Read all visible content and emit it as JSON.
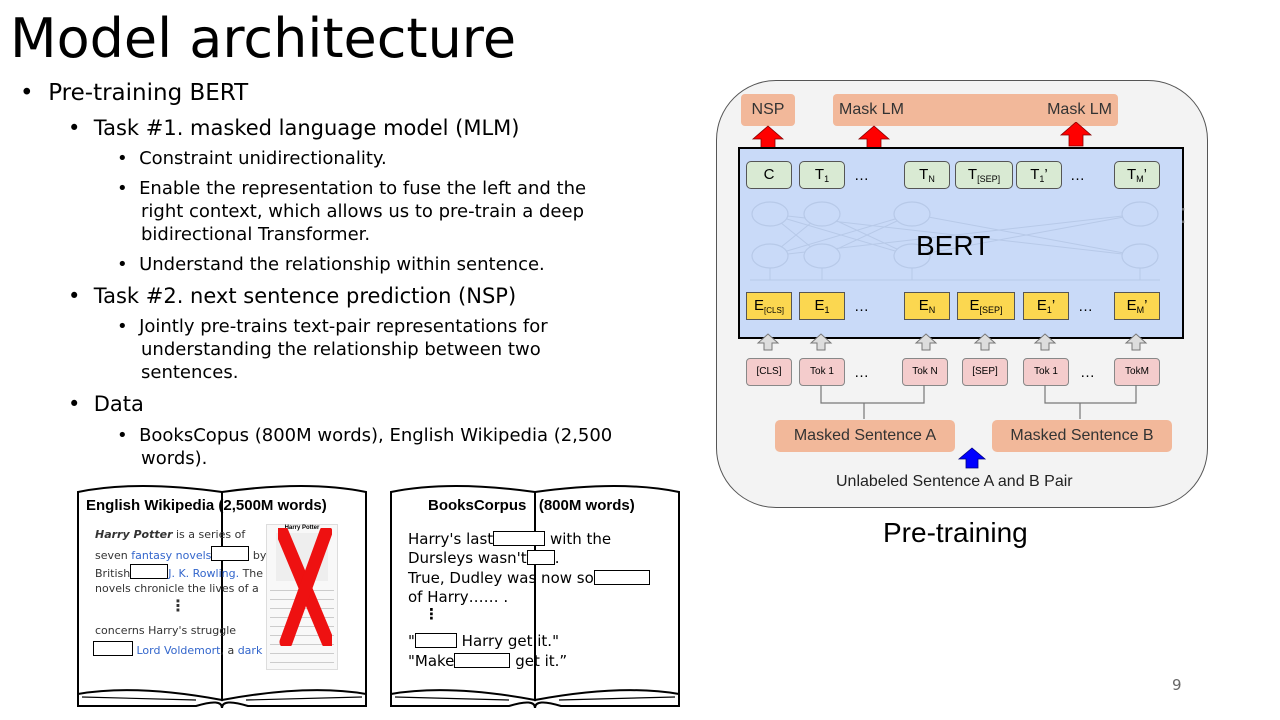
{
  "title": "Model architecture",
  "page_number": "9",
  "bullets": {
    "pretraining": "Pre-training BERT",
    "task1": "Task #1. masked language model (MLM)",
    "task1_items": [
      "Constraint unidirectionality.",
      "Enable the representation to fuse the left and the",
      "right context, which allows us to pre-train a deep",
      "bidirectional Transformer.",
      "Understand the relationship within sentence."
    ],
    "task2": "Task #2. next sentence prediction (NSP)",
    "task2_items": [
      "Jointly pre-trains text-pair representations for",
      "understanding the relationship between two",
      "sentences."
    ],
    "data": "Data",
    "data_items": [
      "BooksCopus (800M words), English Wikipedia (2,500",
      "words)."
    ]
  },
  "wiki_book": {
    "title": "English Wikipedia  (2,500M words)",
    "lines": {
      "l1a": "Harry Potter",
      "l1b": " is a series of",
      "l2a": "seven ",
      "l2b": "fantasy novels",
      "l2c": " by",
      "l3a": "British",
      "l3b": "J. K. Rowling.",
      "l3c": " The",
      "l4": "novels chronicle the lives of a",
      "l5": "concerns Harry's struggle",
      "l6a": "Lord Voldemort",
      "l6b": ", a ",
      "l6c": "dark"
    },
    "infobox_title": "Harry Potter"
  },
  "books_book": {
    "title": "BooksCorpus   (800M words)",
    "lines": {
      "l1a": "Harry's last",
      "l1b": " with the",
      "l2a": "Dursleys wasn't",
      "l2b": ".",
      "l3a": "True, Dudley was now so",
      "l4": "of Harry…… .",
      "l5a": "\"",
      "l5b": " Harry get it.\"",
      "l6a": "\"Make",
      "l6b": " get it.”"
    }
  },
  "diagram": {
    "caption": "Pre-training",
    "nsp": "NSP",
    "mask_lm_1": "Mask LM",
    "mask_lm_2": "Mask LM",
    "bert": "BERT",
    "top_tokens": [
      "C",
      "T",
      "…",
      "T",
      "T",
      "T",
      "…",
      "T"
    ],
    "top_subs": [
      "",
      "1",
      "",
      "N",
      "[SEP]",
      "1",
      "",
      "M"
    ],
    "emb_tokens": [
      "E",
      "E",
      "…",
      "E",
      "E",
      "E",
      "…",
      "E"
    ],
    "emb_subs": [
      "[CLS]",
      "1",
      "",
      "N",
      "[SEP]",
      "1",
      "",
      "M"
    ],
    "input_tokens": [
      "[CLS]",
      "Tok 1",
      "…",
      "Tok N",
      "[SEP]",
      "Tok 1",
      "…",
      "TokM"
    ],
    "sentence_a": "Masked Sentence A",
    "sentence_b": "Masked Sentence B",
    "pair_label": "Unlabeled Sentence A and B Pair",
    "colors": {
      "output": "#f2b89a",
      "bert": "#c9daf8",
      "top": "#d9ead3",
      "emb": "#fbd750",
      "tok": "#f4cccc",
      "up_arrow_red": "#ff0000",
      "up_arrow_blue": "#0000ff"
    }
  }
}
